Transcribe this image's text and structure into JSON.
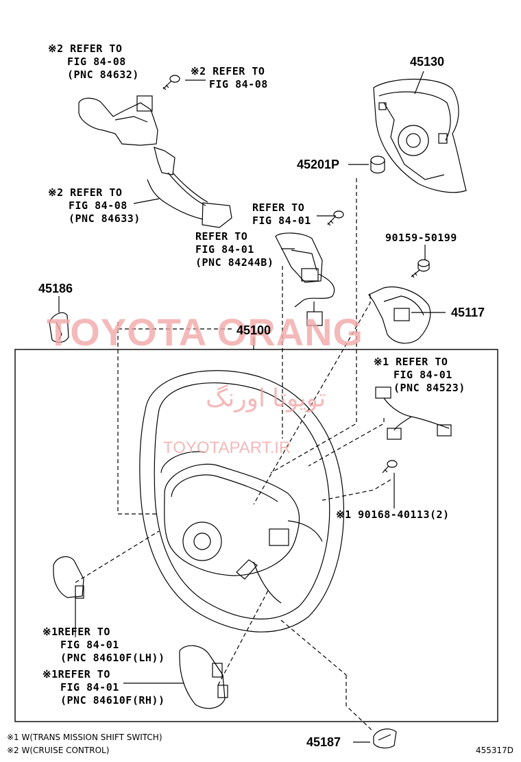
{
  "parts": {
    "p45130": "45130",
    "p45201p": "45201P",
    "p90159": "90159-50199",
    "p45117": "45117",
    "p45186": "45186",
    "p45100": "45100",
    "p45187": "45187",
    "p90168": "※1 90168-40113(2)"
  },
  "refs": {
    "cruise_lever": [
      "※2 REFER TO",
      "FIG 84-08",
      "(PNC 84632)"
    ],
    "screw_top": [
      "※2 REFER TO",
      "FIG 84-08"
    ],
    "cruise_wire": [
      "※2 REFER TO",
      "FIG 84-08",
      "(PNC 84633)"
    ],
    "bolt_mid": [
      "REFER TO",
      "FIG 84-01"
    ],
    "switch_mid": [
      "REFER TO",
      "FIG 84-01",
      "(PNC 84244B)"
    ],
    "shift_wire": [
      "※1 REFER TO",
      "FIG 84-01",
      "(PNC 84523)"
    ],
    "paddle_lh": [
      "※1REFER TO",
      "FIG 84-01",
      "(PNC 84610F(LH))"
    ],
    "paddle_rh": [
      "※1REFER TO",
      "FIG 84-01",
      "(PNC 84610F(RH))"
    ]
  },
  "notes": {
    "n1": "※1 W(TRANS MISSION SHIFT SWITCH)",
    "n2": "※2 W(CRUISE CONTROL)"
  },
  "diagram_id": "455317D",
  "watermark": {
    "main": "TOYOTA ORANG",
    "farsi": "تویوتا اورنگ",
    "site": "TOYOTAPART.IR",
    "color": "#f2a8a8"
  }
}
